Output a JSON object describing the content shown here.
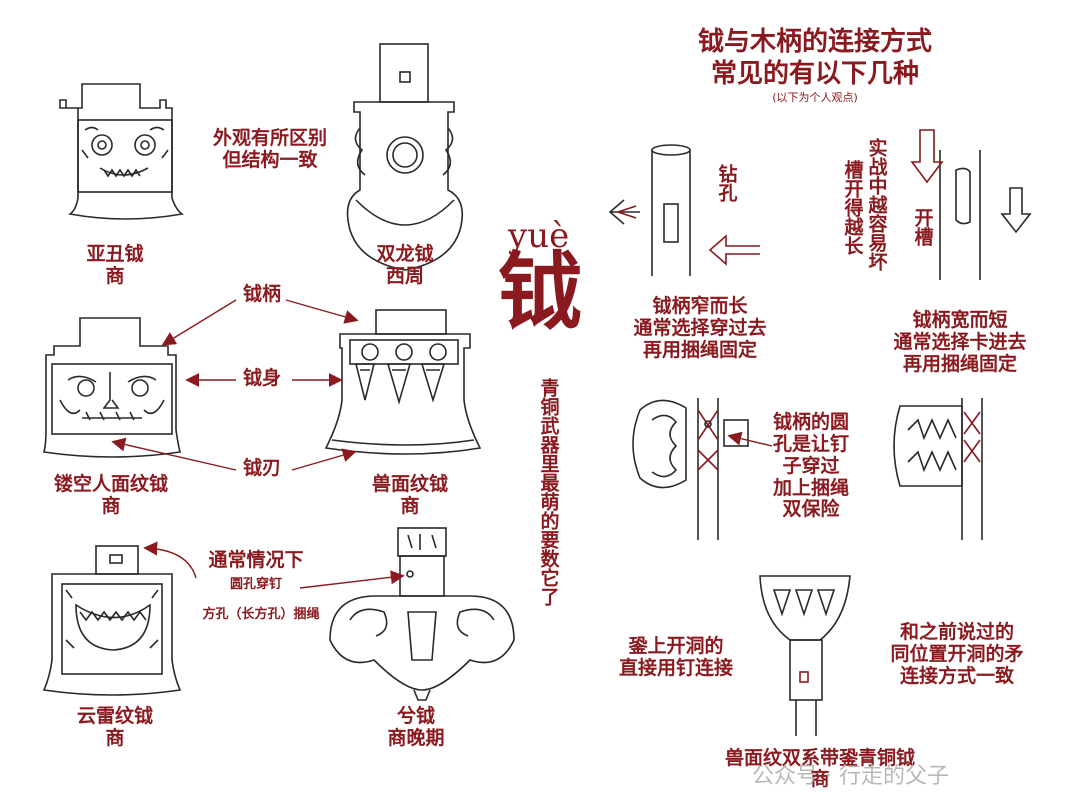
{
  "title_line1": "钺与木柄的连接方式",
  "title_line2": "常见的有以下几种",
  "title_note": "(以下为个人观点)",
  "pinyin": "yuè",
  "big_char": "钺",
  "vertical_caption": "青铜武器里最萌的要数它了",
  "left": {
    "same_structure": "外观有所区别\n但结构一致",
    "yachou": "亚丑钺\n商",
    "shuanglong": "双龙钺\n西周",
    "handle_label": "钺柄",
    "body_label": "钺身",
    "blade_label": "钺刃",
    "loukong": "镂空人面纹钺\n商",
    "shoumian": "兽面纹钺\n商",
    "usual": "通常情况下",
    "round_hole": "圆孔穿钉",
    "square_hole": "方孔（长方孔）捆绳",
    "yunlei": "云雷纹钺\n商",
    "xi": "兮钺\n商晚期"
  },
  "right": {
    "drill": "钻孔",
    "groove": "开槽",
    "practical": "实战中越容易坏",
    "groove_more": "槽开得越长",
    "narrow": "钺柄窄而长\n通常选择穿过去\n再用捆绳固定",
    "wide": "钺柄宽而短\n通常选择卡进去\n再用捆绳固定",
    "round_hole_note": "钺柄的圆\n孔是让钉\n子穿过\n加上捆绳\n双保险",
    "socket": "銎上开洞的\n直接用钉连接",
    "same_position": "和之前说过的\n同位置开洞的矛\n连接方式一致",
    "bottom_caption": "兽面纹双系带銎青铜钺\n商"
  },
  "watermark": "公众号 · 行走的父子",
  "colors": {
    "accent": "#8a1a1f",
    "ink": "#2a2a2a"
  }
}
